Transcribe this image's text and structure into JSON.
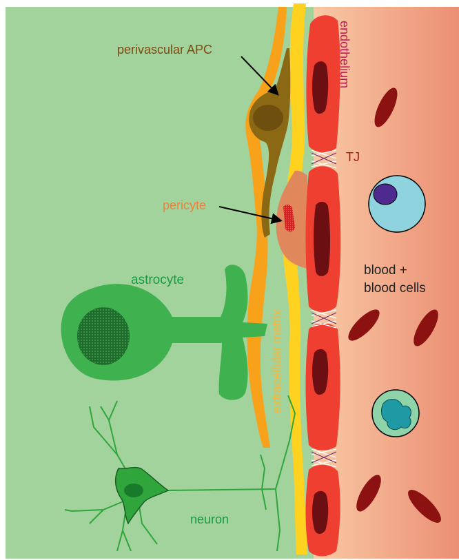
{
  "labels": {
    "perivascular_apc": "perivascular APC",
    "endothelium": "endothelium",
    "tight_junction": "TJ",
    "pericyte": "pericyte",
    "astrocyte": "astrocyte",
    "blood_line1": "blood +",
    "blood_line2": "blood cells",
    "extracellular_matrix": "extracellular matrix",
    "neuron": "neuron"
  },
  "colors": {
    "brain_tissue": "#a3d39c",
    "blood_light": "#f8c9a4",
    "blood_dark": "#ec8f74",
    "endothelial_cell": "#ef3f31",
    "endothelial_nucleus": "#6b0f12",
    "basement_membrane": "#ffd21f",
    "ecm_border": "#f8a21c",
    "apc": "#8b6914",
    "apc_nucleus": "#6e4f10",
    "pericyte": "#e0875b",
    "astrocyte": "#3fb14f",
    "astrocyte_nucleus": "#1e6b2c",
    "neuron": "#2fa53c",
    "red_blood_cell": "#8c1212",
    "lymphocyte": "#8fd3df",
    "lymphocyte_nucleus": "#4e2a8e",
    "neutrophil_nucleus": "#1f9aa5",
    "label_apc": "#7a4a10",
    "label_endothelium": "#c2185b",
    "label_tj": "#a0151b",
    "label_pericyte": "#e7833c",
    "label_astrocyte": "#1b9a43",
    "label_blood": "#222222",
    "label_ecm": "#f6b73c",
    "label_neuron": "#1b9a43"
  }
}
